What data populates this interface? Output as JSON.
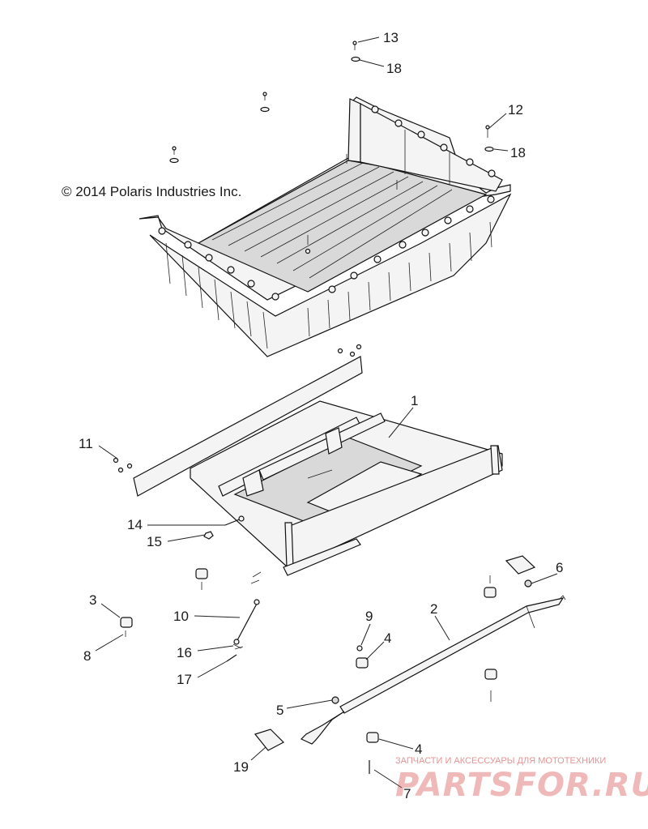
{
  "copyright": "© 2014 Polaris Industries Inc.",
  "callouts": {
    "c1": "1",
    "c2": "2",
    "c3": "3",
    "c4a": "4",
    "c4b": "4",
    "c5": "5",
    "c6": "6",
    "c7": "7",
    "c8": "8",
    "c9": "9",
    "c10": "10",
    "c11": "11",
    "c12": "12",
    "c13": "13",
    "c14": "14",
    "c15": "15",
    "c16": "16",
    "c17": "17",
    "c18a": "18",
    "c18b": "18",
    "c19": "19"
  },
  "watermark": {
    "line1": "ЗАПЧАСТИ И АКСЕССУАРЫ ДЛЯ МОТОТЕХНИКИ",
    "line2": "PARTSFOR.RU"
  }
}
